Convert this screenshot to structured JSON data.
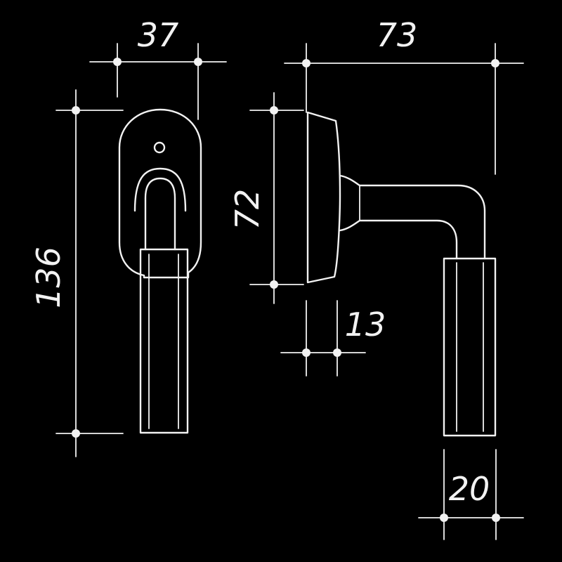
{
  "drawing": {
    "subject": "window-handle-dimension-sketch",
    "colors": {
      "background": "#000000",
      "line": "#f2f2f2"
    },
    "dimensions": {
      "rose_width": "37",
      "total_height": "136",
      "projection": "73",
      "rose_height": "72",
      "rose_depth": "13",
      "grip_width": "20"
    }
  }
}
